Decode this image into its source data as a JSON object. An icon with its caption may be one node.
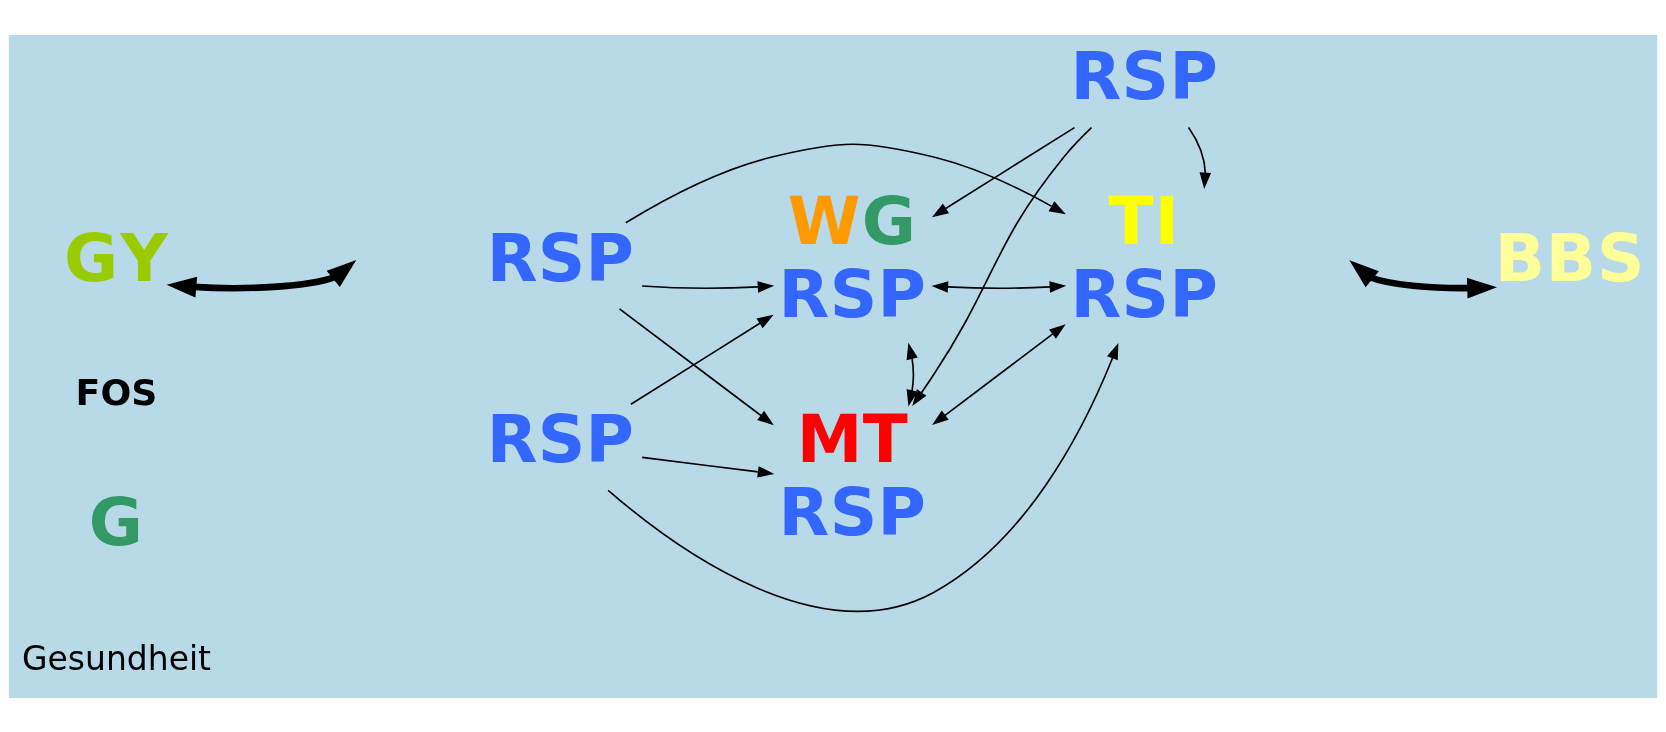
{
  "diagram": {
    "nodes": [
      {
        "text": [
          "GY"
        ]
      },
      {
        "text": [
          "BBS"
        ]
      },
      {
        "text": [
          "RSP"
        ]
      },
      {
        "text": [
          "WG",
          "RSP"
        ]
      },
      {
        "text": [
          "TI",
          "RSP"
        ]
      },
      {
        "text": [
          "RSP"
        ]
      },
      {
        "text": [
          "RSP"
        ]
      },
      {
        "text": [
          "MT",
          "RSP"
        ]
      }
    ],
    "edges": [
      {
        "from": 0,
        "to": null,
        "arrow": "both",
        "style": "thick"
      },
      {
        "from": null,
        "to": 1,
        "arrow": "both",
        "style": "thick"
      },
      {
        "from": 2,
        "to": 4,
        "arrow": "to"
      },
      {
        "from": 2,
        "to": 3,
        "arrow": "to"
      },
      {
        "from": 2,
        "to": 7,
        "arrow": "to"
      },
      {
        "from": 3,
        "to": 4,
        "arrow": "both"
      },
      {
        "from": 3,
        "to": 7,
        "arrow": "both"
      },
      {
        "from": 5,
        "to": 3,
        "arrow": "to"
      },
      {
        "from": 5,
        "to": 4,
        "arrow": "to"
      },
      {
        "from": 5,
        "to": 7,
        "arrow": "to"
      },
      {
        "from": 6,
        "to": 3,
        "arrow": "to"
      },
      {
        "from": 4,
        "to": 7,
        "arrow": "both"
      },
      {
        "from": 6,
        "to": 4,
        "arrow": "to"
      },
      {
        "from": 6,
        "to": 7,
        "arrow": "to"
      }
    ],
    "labels": [
      "FOS",
      "G",
      "Gesundheit"
    ]
  }
}
